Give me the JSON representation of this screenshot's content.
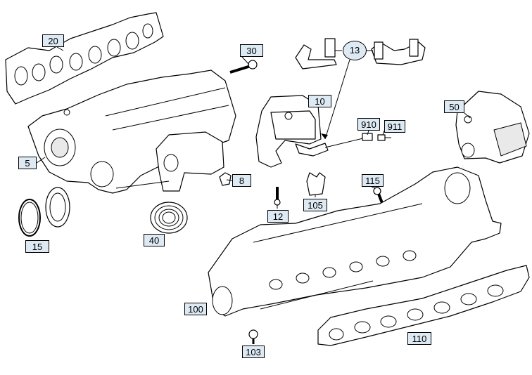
{
  "diagram": {
    "callouts": [
      {
        "id": "20",
        "label": "20"
      },
      {
        "id": "30",
        "label": "30"
      },
      {
        "id": "13",
        "label": "13"
      },
      {
        "id": "10",
        "label": "10"
      },
      {
        "id": "50",
        "label": "50"
      },
      {
        "id": "910",
        "label": "910"
      },
      {
        "id": "911",
        "label": "911"
      },
      {
        "id": "5",
        "label": "5"
      },
      {
        "id": "8",
        "label": "8"
      },
      {
        "id": "115",
        "label": "115"
      },
      {
        "id": "105",
        "label": "105"
      },
      {
        "id": "12",
        "label": "12"
      },
      {
        "id": "15",
        "label": "15"
      },
      {
        "id": "40",
        "label": "40"
      },
      {
        "id": "100",
        "label": "100"
      },
      {
        "id": "110",
        "label": "110"
      },
      {
        "id": "103",
        "label": "103"
      }
    ]
  }
}
